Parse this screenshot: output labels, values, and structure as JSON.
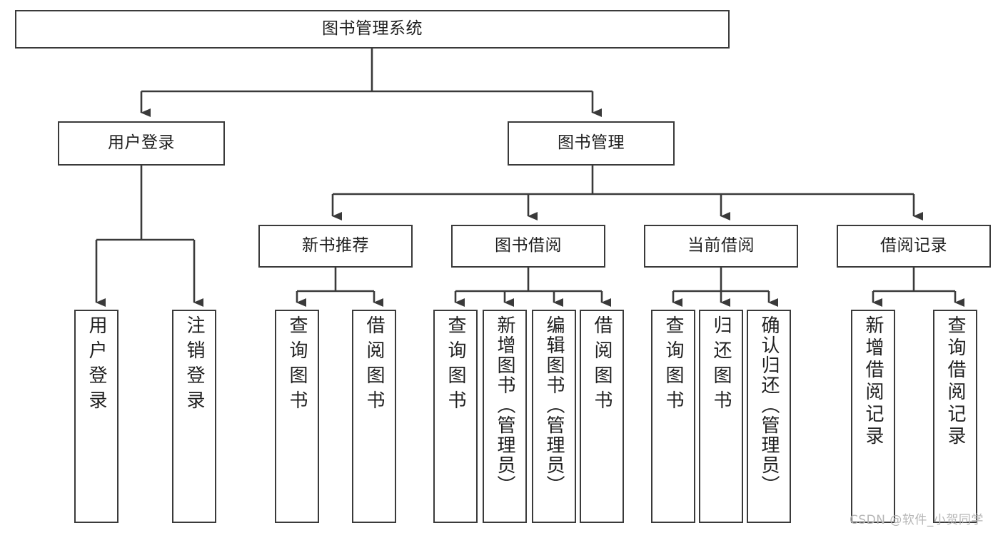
{
  "diagram": {
    "type": "tree",
    "title": "图书管理系统",
    "root": {
      "label": "图书管理系统"
    },
    "level2": [
      {
        "label": "用户登录"
      },
      {
        "label": "图书管理"
      }
    ],
    "level3": [
      {
        "label": "新书推荐"
      },
      {
        "label": "图书借阅"
      },
      {
        "label": "当前借阅"
      },
      {
        "label": "借阅记录"
      }
    ],
    "leaves": {
      "user_login": [
        {
          "label": "用户登录"
        },
        {
          "label": "注销登录"
        }
      ],
      "new_book_recommend": [
        {
          "label": "查询图书"
        },
        {
          "label": "借阅图书"
        }
      ],
      "book_borrow": [
        {
          "label": "查询图书"
        },
        {
          "label": "新增图书（管理员）"
        },
        {
          "label": "编辑图书（管理员）"
        },
        {
          "label": "借阅图书"
        }
      ],
      "current_borrow": [
        {
          "label": "查询图书"
        },
        {
          "label": "归还图书"
        },
        {
          "label": "确认归还（管理员）"
        }
      ],
      "borrow_record": [
        {
          "label": "新增借阅记录"
        },
        {
          "label": "查询借阅记录"
        }
      ]
    }
  },
  "watermark": {
    "text": "CSDN @软件_小贺同学"
  },
  "colors": {
    "stroke": "#3a3a3a",
    "background": "#ffffff",
    "text": "#1f1f1f",
    "watermark": "#b6b6b6"
  }
}
